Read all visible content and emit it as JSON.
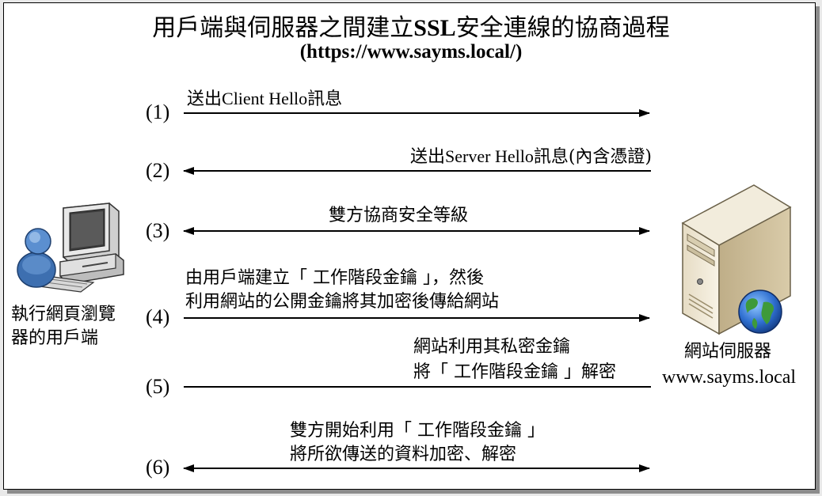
{
  "diagram": {
    "title_cjk_1": "用戶端與伺服器之間建立",
    "title_en": "SSL",
    "title_cjk_2": "安全連線的協商過程",
    "subtitle": "(https://www.sayms.local/)",
    "steps": [
      {
        "num": "(1)",
        "line1_pre": "送出",
        "line1_en": "Client Hello",
        "line1_post": "訊息",
        "direction": "right"
      },
      {
        "num": "(2)",
        "line1_pre": "送出",
        "line1_en": "Server Hello",
        "line1_post": "訊息(內含憑證)",
        "direction": "left"
      },
      {
        "num": "(3)",
        "line1": "雙方協商安全等級",
        "direction": "both"
      },
      {
        "num": "(4)",
        "line1": "由用戶端建立「 工作階段金鑰 」，然後",
        "line2": "利用網站的公開金鑰將其加密後傳給網站",
        "direction": "right"
      },
      {
        "num": "(5)",
        "line1": "網站利用其私密金鑰",
        "line2": "將「 工作階段金鑰 」解密",
        "direction": "none"
      },
      {
        "num": "(6)",
        "line1": "雙方開始利用「 工作階段金鑰 」",
        "line2": "將所欲傳送的資料加密、解密",
        "direction": "both"
      }
    ],
    "client": {
      "line1": "執行網頁瀏覽",
      "line2": "器的用戶端",
      "icon": "computer-user-icon"
    },
    "server": {
      "line1": "網站伺服器",
      "line2": "www.sayms.local",
      "icon": "web-server-globe-icon"
    }
  }
}
